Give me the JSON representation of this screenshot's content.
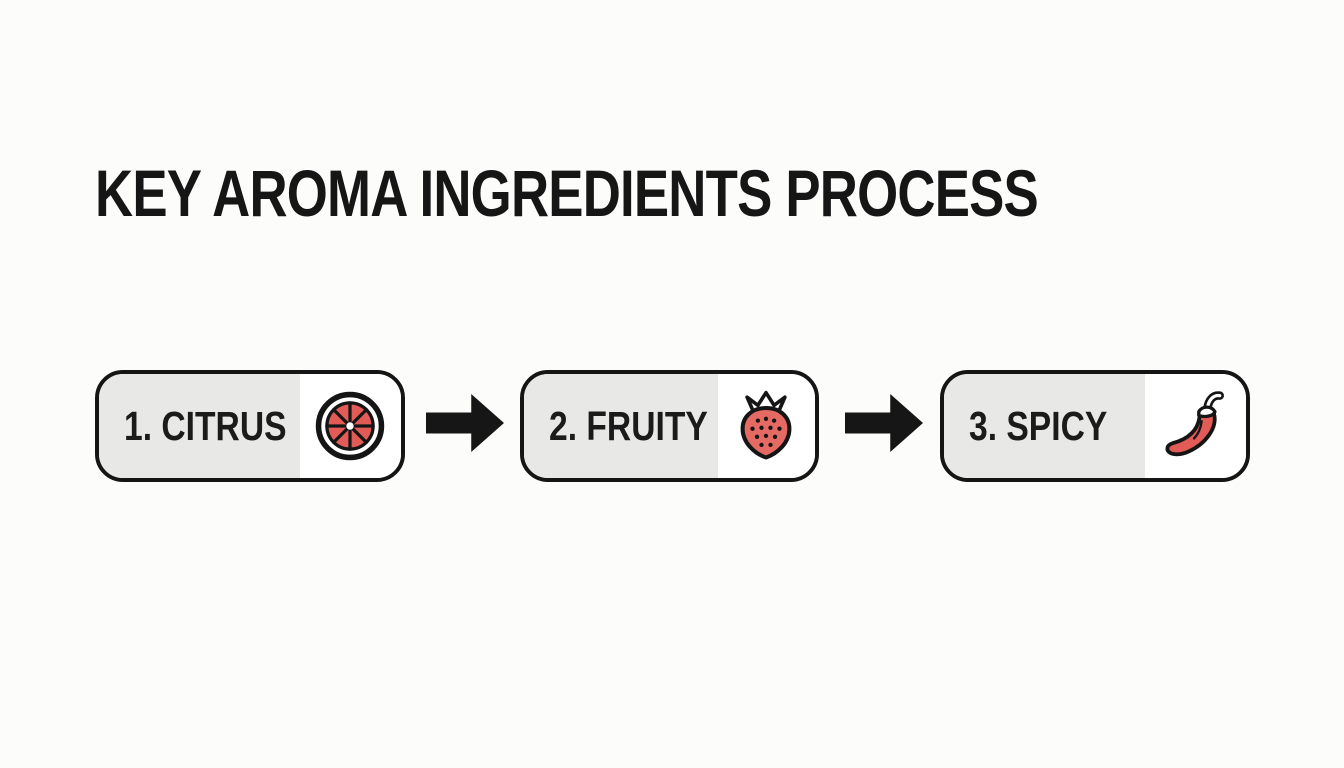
{
  "title": "KEY AROMA INGREDIENTS PROCESS",
  "steps": [
    {
      "label": "1. CITRUS",
      "icon": "citrus-slice-icon"
    },
    {
      "label": "2. FRUITY",
      "icon": "strawberry-icon"
    },
    {
      "label": "3. SPICY",
      "icon": "chili-pepper-icon"
    }
  ],
  "arrows": [
    {
      "name": "arrow-citrus-to-fruity"
    },
    {
      "name": "arrow-fruity-to-spicy"
    }
  ],
  "colors": {
    "background": "#fcfcfb",
    "panel_gray": "#e8e8e6",
    "outline_black": "#151515",
    "accent_red": "#e25b56",
    "strawberry_red": "#e56a63"
  }
}
